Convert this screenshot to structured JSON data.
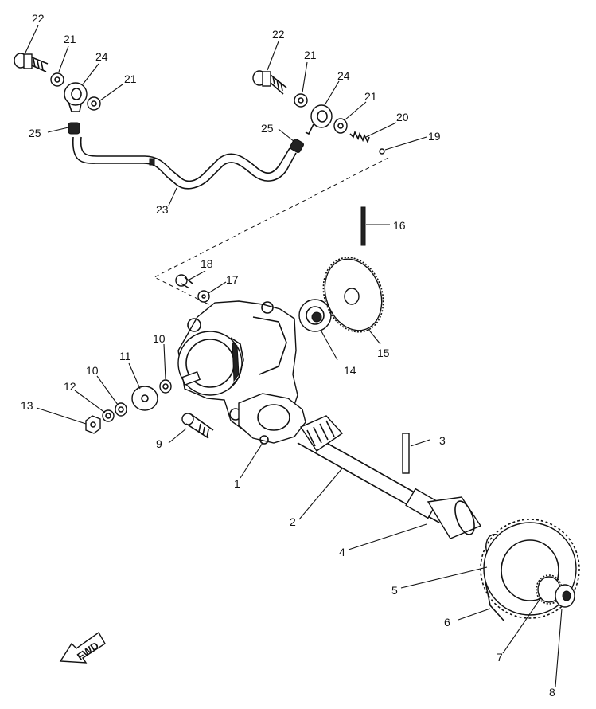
{
  "callouts": {
    "c1": "1",
    "c2": "2",
    "c3": "3",
    "c4": "4",
    "c5": "5",
    "c6": "6",
    "c7": "7",
    "c8": "8",
    "c9": "9",
    "c10a": "10",
    "c10b": "10",
    "c11": "11",
    "c12": "12",
    "c13": "13",
    "c14": "14",
    "c15": "15",
    "c16": "16",
    "c17": "17",
    "c18": "18",
    "c19": "19",
    "c20": "20",
    "c21a": "21",
    "c21b": "21",
    "c21c": "21",
    "c21d": "21",
    "c22a": "22",
    "c22b": "22",
    "c23": "23",
    "c24a": "24",
    "c24b": "24",
    "c25a": "25",
    "c25b": "25"
  },
  "fwd_label": "FWD"
}
